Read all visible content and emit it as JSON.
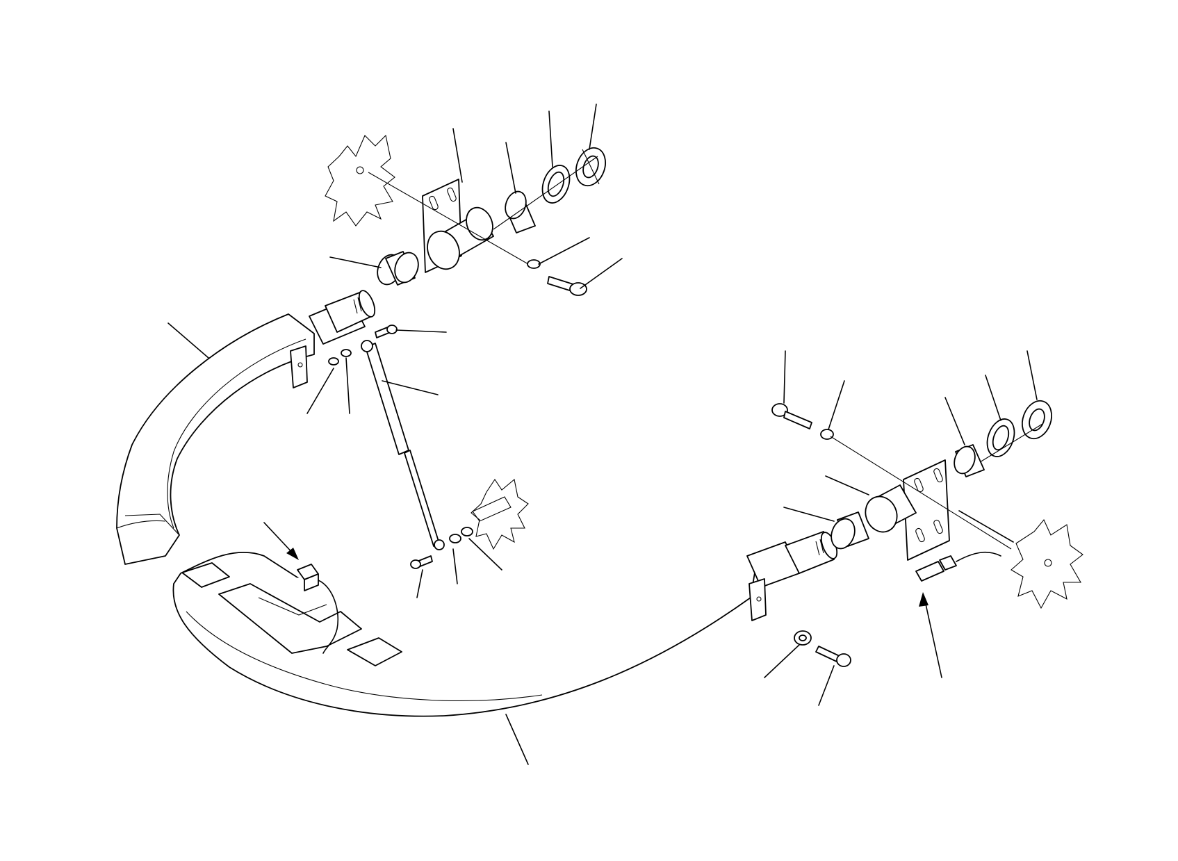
{
  "diagram": {
    "type": "exploded-parts-diagram",
    "colors": {
      "line": "#000000",
      "background": "#ffffff"
    },
    "callouts": [],
    "parts": [
      "guard-rail-left",
      "guard-rail-front",
      "mounting-bracket-left",
      "mounting-bracket-right",
      "bushing",
      "washer",
      "lock-nut",
      "cap-screw",
      "gas-spring",
      "proximity-sensor",
      "connector"
    ]
  }
}
